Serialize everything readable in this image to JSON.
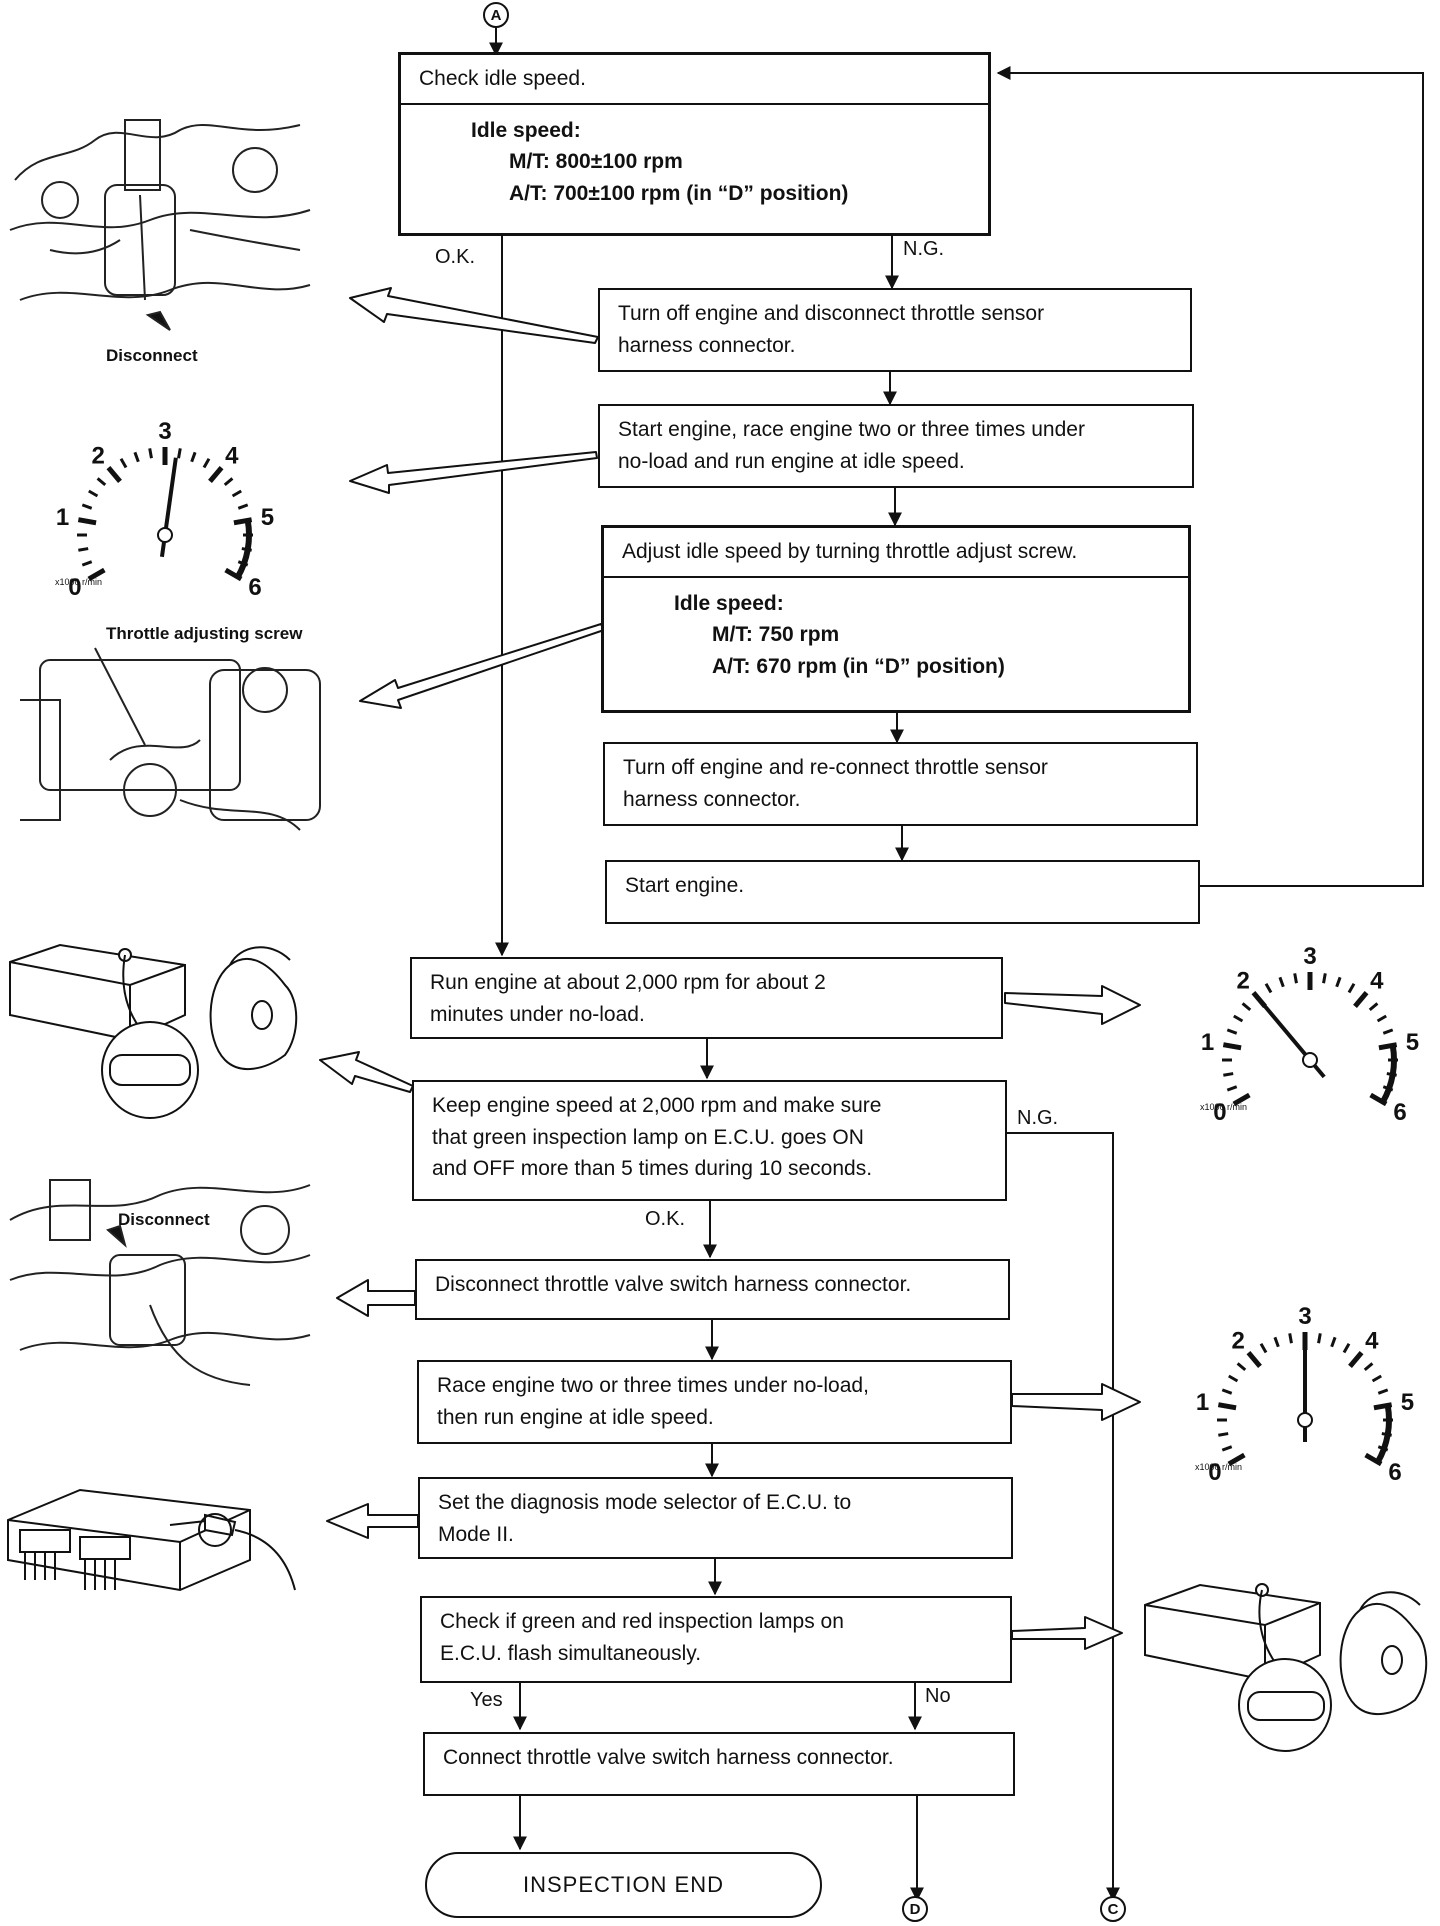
{
  "connectors": {
    "a": "A",
    "c": "C",
    "d": "D"
  },
  "steps": {
    "check": {
      "title": "Check idle speed.",
      "spec_header": "Idle speed:",
      "mt": "M/T:  800±100 rpm",
      "at": "A/T:  700±100 rpm (in “D” position)"
    },
    "disconnect_sensor": {
      "l1": "Turn off engine and disconnect throttle sensor",
      "l2": "harness connector."
    },
    "race": {
      "l1": "Start engine, race engine two or three times under",
      "l2": "no-load and run engine at idle speed."
    },
    "adjust": {
      "title": "Adjust idle speed by turning throttle adjust screw.",
      "spec_header": "Idle speed:",
      "mt": "M/T:  750 rpm",
      "at": "A/T:  670 rpm (in “D” position)"
    },
    "reconnect_sensor": {
      "l1": "Turn off engine and re-connect throttle sensor",
      "l2": "harness connector."
    },
    "start": {
      "l1": "Start engine."
    },
    "run2000": {
      "l1": "Run engine at about 2,000 rpm for about 2",
      "l2": "minutes under no-load."
    },
    "keep2000": {
      "l1": "Keep engine speed at 2,000 rpm and make sure",
      "l2": "that green inspection lamp on E.C.U. goes ON",
      "l3": "and OFF more than 5 times during 10 seconds."
    },
    "disconnect_switch": {
      "l1": "Disconnect throttle valve switch harness connector."
    },
    "race_idle": {
      "l1": "Race engine two or three times under no-load,",
      "l2": "then run engine at idle speed."
    },
    "mode": {
      "l1": "Set the diagnosis mode selector of E.C.U. to",
      "l2": "Mode II."
    },
    "check_flash": {
      "l1": "Check if green and red inspection lamps on",
      "l2": "E.C.U. flash simultaneously."
    },
    "connect_switch": {
      "l1": "Connect throttle valve switch harness connector."
    }
  },
  "end_label": "INSPECTION  END",
  "branch_labels": {
    "ok1": "O.K.",
    "ng1": "N.G.",
    "ng2": "N.G.",
    "ok2": "O.K.",
    "yes": "Yes",
    "no": "No"
  },
  "illustrations": {
    "disconnect_1": "Disconnect",
    "throttle_screw": "Throttle adjusting screw",
    "disconnect_2": "Disconnect",
    "tach_unit": "x1000 r/min",
    "tach_ticks": [
      "0",
      "1",
      "2",
      "3",
      "4",
      "5",
      "6"
    ]
  },
  "gauges": {
    "g1": {
      "needle_rpm": 3.2
    },
    "g2": {
      "needle_rpm": 2.0
    },
    "g3": {
      "needle_rpm": 3.0
    }
  }
}
